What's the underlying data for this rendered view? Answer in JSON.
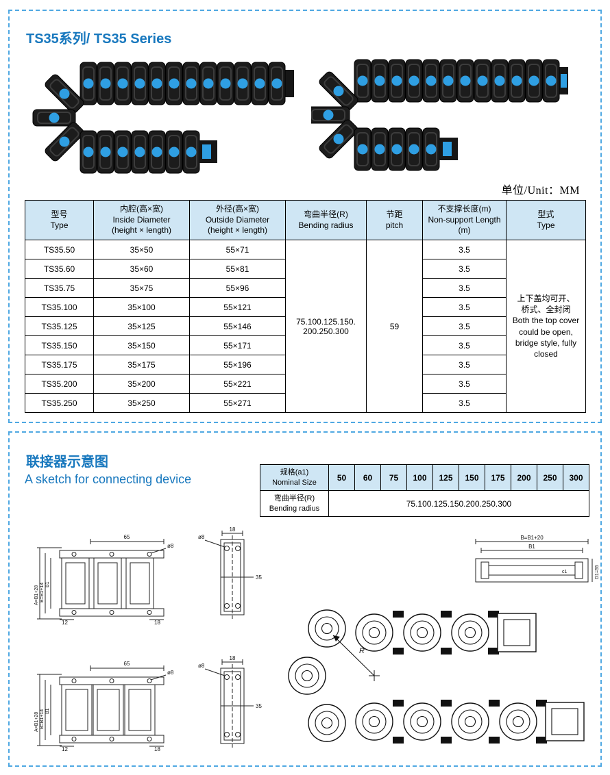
{
  "page": {
    "series_title": "TS35系列/ TS35 Series",
    "unit_label": "单位/Unit：MM"
  },
  "colors": {
    "accent_blue": "#1878be",
    "panel_border_blue": "#4fa8e2",
    "table_header_bg": "#cfe6f4",
    "chain_dot_blue": "#2f9fe3"
  },
  "main_table": {
    "headers": {
      "model": {
        "l1": "型号",
        "l2": "Type"
      },
      "inside": {
        "l1": "内腔(高×宽)",
        "l2": "Inside Diameter",
        "l3": "(height × length)"
      },
      "outside": {
        "l1": "外径(高×宽)",
        "l2": "Outside Diameter",
        "l3": "(height × length)"
      },
      "bending": {
        "l1": "弯曲半径(R)",
        "l2": "Bending radius"
      },
      "pitch": {
        "l1": "节距",
        "l2": "pitch"
      },
      "nonsupport": {
        "l1": "不支撑长度(m)",
        "l2": "Non-support Length",
        "l3": "(m)"
      },
      "style": {
        "l1": "型式",
        "l2": "Type"
      }
    },
    "rows": [
      {
        "model": "TS35.50",
        "inside": "35×50",
        "outside": "55×71",
        "nonsupport": "3.5"
      },
      {
        "model": "TS35.60",
        "inside": "35×60",
        "outside": "55×81",
        "nonsupport": "3.5"
      },
      {
        "model": "TS35.75",
        "inside": "35×75",
        "outside": "55×96",
        "nonsupport": "3.5"
      },
      {
        "model": "TS35.100",
        "inside": "35×100",
        "outside": "55×121",
        "nonsupport": "3.5"
      },
      {
        "model": "TS35.125",
        "inside": "35×125",
        "outside": "55×146",
        "nonsupport": "3.5"
      },
      {
        "model": "TS35.150",
        "inside": "35×150",
        "outside": "55×171",
        "nonsupport": "3.5"
      },
      {
        "model": "TS35.175",
        "inside": "35×175",
        "outside": "55×196",
        "nonsupport": "3.5"
      },
      {
        "model": "TS35.200",
        "inside": "35×200",
        "outside": "55×221",
        "nonsupport": "3.5"
      },
      {
        "model": "TS35.250",
        "inside": "35×250",
        "outside": "55×271",
        "nonsupport": "3.5"
      }
    ],
    "merged": {
      "bending_radius": "75.100.125.150.\n200.250.300",
      "pitch": "59",
      "style": "上下盖均可开、\n桥式、全封闭\nBoth the top cover\ncould be open,\nbridge style,  fully\nclosed"
    }
  },
  "connector_section": {
    "title_cn": "联接器示意图",
    "title_en": "A sketch for connecting device",
    "size_table": {
      "nominal_label": "规格(a1)\nNominal Size",
      "sizes": [
        "50",
        "60",
        "75",
        "100",
        "125",
        "150",
        "175",
        "200",
        "250",
        "300"
      ],
      "radius_label": "弯曲半径(R)\nBending radius",
      "radius_values": "75.100.125.150.200.250.300"
    },
    "dims": {
      "d65": "65",
      "d18": "18",
      "d12": "12",
      "d35": "35",
      "dia8": "ø8",
      "a": "A=B1+28",
      "b": "B=B1+14",
      "b1": "B1",
      "be": "B=B1+20",
      "b1e": "B1",
      "d1": "D1=55",
      "c1": "c1",
      "r": "R"
    }
  }
}
